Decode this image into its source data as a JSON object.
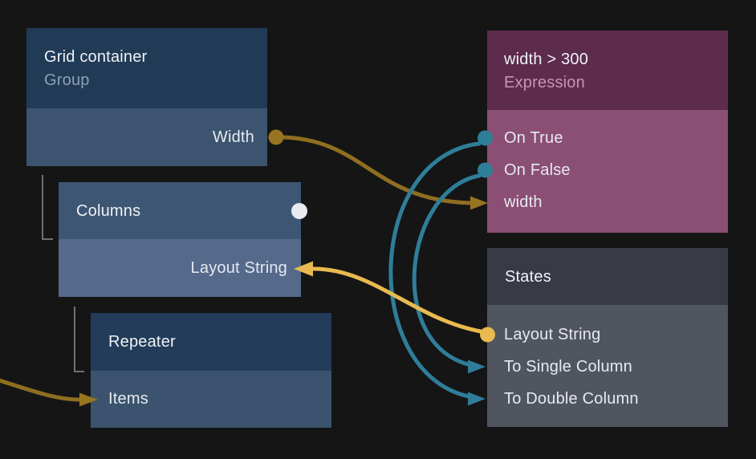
{
  "canvas": {
    "background": "#151515"
  },
  "colors": {
    "amber": "#97741F",
    "amber_wire": "#8F6E20",
    "yellow": "#E8BA4F",
    "teal": "#2F7E99",
    "white_port": "#E9EAF2",
    "hierarchy_line": "#707070",
    "dark_header": "#213B57",
    "dark_body": "#3B536E",
    "columns_header": "#3D5673",
    "columns_body": "#55698B",
    "expression_header": "#5D2C4D",
    "expression_body": "#8B4E74",
    "states_header": "#383B45",
    "states_body": "#51555F"
  },
  "nodes": {
    "grid": {
      "title": "Grid container",
      "subtitle": "Group",
      "ports": [
        {
          "label": "Width",
          "type": "output-dot",
          "color": "amber"
        }
      ]
    },
    "columns": {
      "title": "Columns",
      "ports": [
        {
          "label": "Layout String",
          "type": "input-arrow",
          "color": "yellow"
        }
      ],
      "header_port": {
        "type": "output-dot",
        "color": "white"
      }
    },
    "repeater": {
      "title": "Repeater",
      "ports": [
        {
          "label": "Items",
          "type": "input-arrow",
          "color": "amber"
        }
      ]
    },
    "expression": {
      "title": "width > 300",
      "subtitle": "Expression",
      "ports": [
        {
          "label": "On True",
          "type": "output-dot",
          "color": "teal"
        },
        {
          "label": "On False",
          "type": "output-dot",
          "color": "teal"
        },
        {
          "label": "width",
          "type": "input-arrow",
          "color": "amber"
        }
      ]
    },
    "states": {
      "title": "States",
      "ports": [
        {
          "label": "Layout String",
          "type": "output-dot",
          "color": "yellow"
        },
        {
          "label": "To Single Column",
          "type": "input-arrow",
          "color": "teal"
        },
        {
          "label": "To Double Column",
          "type": "input-arrow",
          "color": "teal"
        }
      ]
    }
  },
  "wires": [
    {
      "name": "width-to-expression-width",
      "color": "amber"
    },
    {
      "name": "on-true-to-double-column",
      "color": "teal"
    },
    {
      "name": "on-false-to-single-column",
      "color": "teal"
    },
    {
      "name": "states-layout-string-to-columns",
      "color": "yellow"
    },
    {
      "name": "offscreen-to-repeater-items",
      "color": "amber"
    }
  ]
}
